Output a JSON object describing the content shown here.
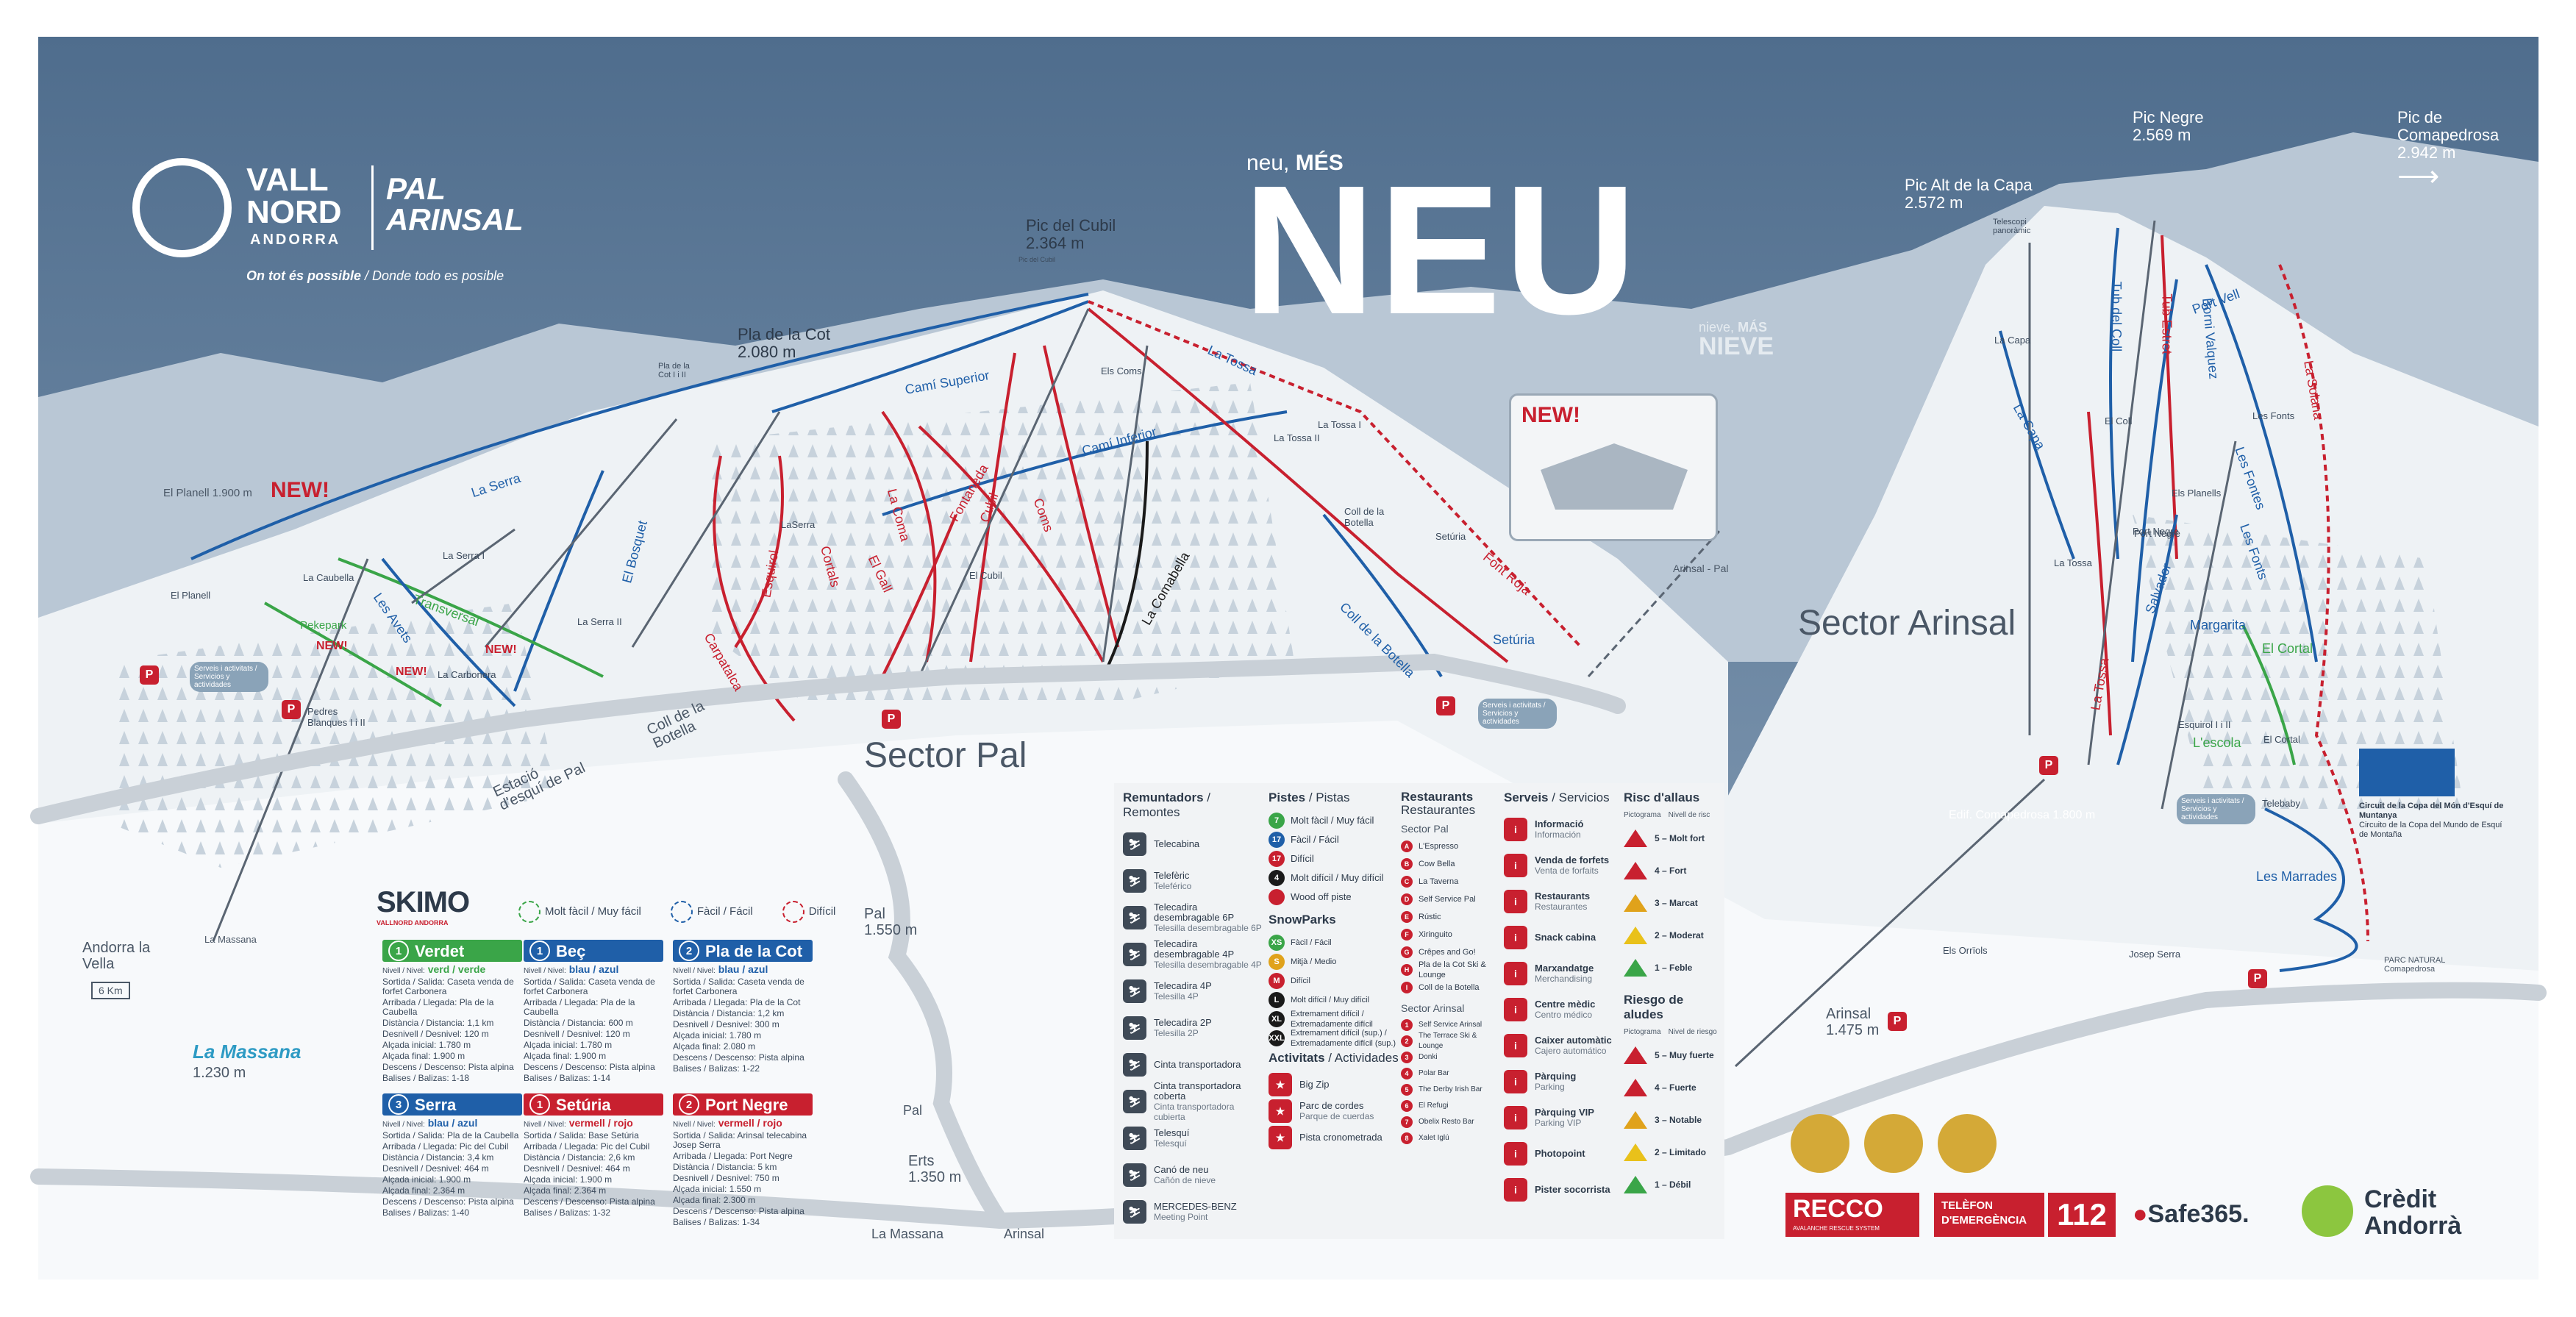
{
  "branding": {
    "vallnord_line1": "VALL",
    "vallnord_line2": "NORD",
    "vallnord_line3": "ANDORRA",
    "pal_line1": "PAL",
    "pal_line2": "ARINSAL",
    "tagline_bold": "On tot és possible",
    "tagline_rest": " / Donde todo es posible"
  },
  "headline": {
    "small_ca": "neu,",
    "small_ca_bold": "MÉS",
    "big": "NEU",
    "small_es": "nieve,",
    "small_es_bold": "MÁS",
    "small_es_big": "NIEVE"
  },
  "peaks": [
    {
      "name": "Pic del Cubil",
      "alt": "2.364 m"
    },
    {
      "name": "Pla de la Cot",
      "alt": "2.080 m"
    },
    {
      "name": "Pic Alt de la Capa",
      "alt": "2.572 m"
    },
    {
      "name": "Pic Negre",
      "alt": "2.569 m"
    },
    {
      "name": "Pic de Comapedrosa",
      "alt": "2.942 m"
    }
  ],
  "sectors": {
    "pal": "Sector Pal",
    "arinsal": "Sector Arinsal"
  },
  "places": {
    "el_planell": "El Planell 1.900 m",
    "la_massana": "La Massana",
    "la_massana_alt": "1.230 m",
    "andorra_la_vella": "Andorra la Vella",
    "andorra_km": "6 Km",
    "pal_village": "Pal",
    "pal_village_alt": "1.550 m",
    "erts": "Erts",
    "erts_alt": "1.350 m",
    "arinsal": "Arinsal",
    "arinsal_alt": "1.475 m",
    "la_massana_arrow": "La Massana",
    "arinsal_arrow": "Arinsal",
    "pal_arrow": "Pal",
    "coll_botella": "Coll de la Botella",
    "estacio_pal": "Estació d'esquí de Pal",
    "edif_comapedrosa": "Edif. Comapedrosa 1.800 m",
    "arinsal_pal": "Arinsal - Pal",
    "la_massana_lift": "La Massana"
  },
  "new_labels": [
    "NEW!",
    "NEW!",
    "NEW!",
    "NEW!",
    "NEW!"
  ],
  "pal_runs": [
    "La Serra",
    "Camí Superior",
    "Camí Inferior",
    "La Tossa",
    "Fontaneda",
    "La Coma",
    "Cubil",
    "Coms",
    "Font Roja",
    "Setúria",
    "Coll de la Botella",
    "Esquirol",
    "Carpatalca",
    "El Bosquet",
    "Transversal",
    "Les Avets",
    "Pekepark",
    "La Comabella",
    "Cortals",
    "El Gall"
  ],
  "pal_lifts": [
    "El Planell",
    "La Caubella",
    "La Serra I",
    "La Serra II",
    "La Carbonera",
    "Pedres Blanques I i II",
    "Pla de la Cot I i II",
    "LaSerra",
    "El Cubil",
    "Els Coms",
    "La Tossa II",
    "La Tossa I",
    "Coll de la Botella",
    "Setúria",
    "Pic del Cubil"
  ],
  "arinsal_runs": [
    "Tub del Coll",
    "Tub Estret",
    "Les Fonts",
    "La Capa",
    "La Tossa",
    "Port Vell",
    "Port Negre",
    "Salvador",
    "Margarita",
    "El Cortal",
    "Les Marrades",
    "La Solana",
    "Borni Valquez",
    "Les Fontes"
  ],
  "arinsal_lifts": [
    "La Capa",
    "El Coll",
    "Port Negre",
    "Els Planells",
    "Les Fonts",
    "La Tossa",
    "Esquirol I i II",
    "El Cortal",
    "L'escola",
    "Telebaby",
    "Els Orrïols",
    "Josep Serra",
    "Telescopi panoràmic"
  ],
  "services_label": "Serveis i activitats / Servicios y actividades",
  "new_building": {
    "label": "NEW!"
  },
  "trail_legend": {
    "very_easy": "Molt fàcil / Muy fácil",
    "easy": "Fàcil / Fácil",
    "hard": "Difícil"
  },
  "skimo": {
    "title": "SKIMO",
    "sub": "VALLNORD ANDORRA"
  },
  "skimo_routes": [
    {
      "num": "1",
      "name": "Verdet",
      "color": "#3aa548",
      "level_label": "Nivell / Nivel:",
      "level": "verd / verde",
      "start": "Sortida / Salida: Caseta venda de forfet Carbonera",
      "end": "Arribada / Llegada: Pla de la Caubella",
      "dist": "Distància / Distancia: 1,1 km",
      "gain": "Desnivell / Desnivel: 120 m",
      "alt_start": "Alçada inicial: 1.780 m",
      "alt_end": "Alçada final: 1.900 m",
      "descent": "Descens / Descenso: Pista alpina",
      "tags": "Balises / Balizas: 1-18"
    },
    {
      "num": "1",
      "name": "Beç",
      "color": "#1f5fa8",
      "level_label": "Nivell / Nivel:",
      "level": "blau / azul",
      "start": "Sortida / Salida: Caseta venda de forfet Carbonera",
      "end": "Arribada / Llegada: Pla de la Caubella",
      "dist": "Distància / Distancia: 600 m",
      "gain": "Desnivell / Desnivel: 120 m",
      "alt_start": "Alçada inicial: 1.780 m",
      "alt_end": "Alçada final: 1.900 m",
      "descent": "Descens / Descenso: Pista alpina",
      "tags": "Balises / Balizas: 1-14"
    },
    {
      "num": "2",
      "name": "Pla de la Cot",
      "color": "#1f5fa8",
      "level_label": "Nivell / Nivel:",
      "level": "blau / azul",
      "start": "Sortida / Salida: Caseta venda de forfet Carbonera",
      "end": "Arribada / Llegada: Pla de la Cot",
      "dist": "Distància / Distancia: 1,2 km",
      "gain": "Desnivell / Desnivel: 300 m",
      "alt_start": "Alçada inicial: 1.780 m",
      "alt_end": "Alçada final: 2.080 m",
      "descent": "Descens / Descenso: Pista alpina",
      "tags": "Balises / Balizas: 1-22"
    },
    {
      "num": "3",
      "name": "Serra",
      "color": "#1f5fa8",
      "level_label": "Nivell / Nivel:",
      "level": "blau / azul",
      "start": "Sortida / Salida: Pla de la Caubella",
      "end": "Arribada / Llegada: Pic del Cubil",
      "dist": "Distància / Distancia: 3,4 km",
      "gain": "Desnivell / Desnivel: 464 m",
      "alt_start": "Alçada inicial: 1.900 m",
      "alt_end": "Alçada final: 2.364 m",
      "descent": "Descens / Descenso: Pista alpina",
      "tags": "Balises / Balizas: 1-40"
    },
    {
      "num": "1",
      "name": "Setúria",
      "color": "#c8202f",
      "level_label": "Nivell / Nivel:",
      "level": "vermell / rojo",
      "start": "Sortida / Salida: Base Setúria",
      "end": "Arribada / Llegada: Pic del Cubil",
      "dist": "Distància / Distancia: 2,6 km",
      "gain": "Desnivell / Desnivel: 464 m",
      "alt_start": "Alçada inicial: 1.900 m",
      "alt_end": "Alçada final: 2.364 m",
      "descent": "Descens / Descenso: Pista alpina",
      "tags": "Balises / Balizas: 1-32"
    },
    {
      "num": "2",
      "name": "Port Negre",
      "color": "#c8202f",
      "level_label": "Nivell / Nivel:",
      "level": "vermell / rojo",
      "start": "Sortida / Salida: Arinsal telecabina Josep Serra",
      "end": "Arribada / Llegada: Port Negre",
      "dist": "Distància / Distancia: 5 km",
      "gain": "Desnivell / Desnivel: 750 m",
      "alt_start": "Alçada inicial: 1.550 m",
      "alt_end": "Alçada final: 2.300 m",
      "descent": "Descens / Descenso: Pista alpina",
      "tags": "Balises / Balizas: 1-34"
    }
  ],
  "legend": {
    "remuntadors": {
      "title": "Remuntadors",
      "title_es": " / Remontes",
      "items": [
        {
          "ca": "Telecabina",
          "es": ""
        },
        {
          "ca": "Telefèric",
          "es": "Teleférico"
        },
        {
          "ca": "Telecadira desembragable 6P",
          "es": "Telesilla desembragable 6P"
        },
        {
          "ca": "Telecadira desembragable 4P",
          "es": "Telesilla desembragable 4P"
        },
        {
          "ca": "Telecadira 4P",
          "es": "Telesilla 4P"
        },
        {
          "ca": "Telecadira 2P",
          "es": "Telesilla 2P"
        },
        {
          "ca": "Cinta transportadora",
          "es": ""
        },
        {
          "ca": "Cinta transportadora coberta",
          "es": "Cinta transportadora cubierta"
        },
        {
          "ca": "Telesquí",
          "es": "Telesquí"
        },
        {
          "ca": "Canó de neu",
          "es": "Cañón de nieve"
        },
        {
          "ca": "MERCEDES-BENZ",
          "es": "Meeting Point"
        }
      ]
    },
    "pistes": {
      "title": "Pistes",
      "title_es": " / Pistas",
      "items": [
        {
          "label": "Molt fàcil / Muy fácil",
          "n": "7",
          "color": "#3aa548"
        },
        {
          "label": "Fàcil / Fácil",
          "n": "17",
          "color": "#1f5fa8"
        },
        {
          "label": "Difícil",
          "n": "17",
          "color": "#c8202f"
        },
        {
          "label": "Molt difícil / Muy difícil",
          "n": "4",
          "color": "#1a1a1a"
        },
        {
          "label": "Wood off piste",
          "n": "",
          "color": "#c8202f"
        }
      ]
    },
    "snowparks": {
      "title": "SnowParks",
      "items": [
        {
          "label": "Fàcil / Fácil",
          "n": "XS",
          "color": "#3aa548"
        },
        {
          "label": "Mitjà / Medio",
          "n": "S",
          "color": "#e0a21b"
        },
        {
          "label": "Difícil",
          "n": "M",
          "color": "#c8202f"
        },
        {
          "label": "Molt difícil / Muy difícil",
          "n": "L",
          "color": "#1a1a1a"
        },
        {
          "label": "Extremament difícil / Extremadamente difícil",
          "n": "XL",
          "color": "#1a1a1a"
        },
        {
          "label": "Extremament difícil (sup.) / Extremadamente difícil (sup.)",
          "n": "XXL",
          "color": "#1a1a1a"
        }
      ]
    },
    "activitats": {
      "title": "Activitats",
      "title_es": " / Actividades",
      "items": [
        {
          "ca": "Big Zip",
          "es": ""
        },
        {
          "ca": "Parc de cordes",
          "es": "Parque de cuerdas"
        },
        {
          "ca": "Pista cronometrada",
          "es": ""
        }
      ]
    },
    "restaurants": {
      "title": "Restaurants",
      "title_es": "Restaurantes",
      "sector_pal": "Sector Pal",
      "pal_items": [
        "L'Espresso",
        "Cow Bella",
        "La Taverna",
        "Self Service Pal",
        "Rústic",
        "Xiringuito",
        "Crêpes and Go!",
        "Pla de la Cot Ski & Lounge",
        "Coll de la Botella"
      ],
      "sector_arinsal": "Sector Arinsal",
      "arinsal_items": [
        "Self Service Arinsal",
        "The Terrace Ski & Lounge",
        "Donki",
        "Polar Bar",
        "The Derby Irish Bar",
        "El Refugi",
        "Obelix Resto Bar",
        "Xalet Iglú"
      ]
    },
    "serveis": {
      "title": "Serveis",
      "title_es": " / Servicios",
      "items": [
        {
          "ca": "Informació",
          "es": "Información"
        },
        {
          "ca": "Venda de forfets",
          "es": "Venta de forfaits"
        },
        {
          "ca": "Restaurants",
          "es": "Restaurantes"
        },
        {
          "ca": "Snack cabina",
          "es": ""
        },
        {
          "ca": "Marxandatge",
          "es": "Merchandising"
        },
        {
          "ca": "Centre mèdic",
          "es": "Centro médico"
        },
        {
          "ca": "Caixer automàtic",
          "es": "Cajero automático"
        },
        {
          "ca": "Pàrquing",
          "es": "Parking"
        },
        {
          "ca": "Pàrquing VIP",
          "es": "Parking VIP"
        },
        {
          "ca": "Photopoint",
          "es": ""
        },
        {
          "ca": "Pister socorrista",
          "es": ""
        }
      ]
    },
    "allaus": {
      "title": "Risc d'allaus",
      "col1": "Pictograma",
      "col2": "Nivell de risc",
      "items": [
        "5 – Molt fort",
        "4 – Fort",
        "3 – Marcat",
        "2 – Moderat",
        "1 – Feble"
      ],
      "title_es": "Riesgo de aludes",
      "col2_es": "Nivel de riesgo",
      "items_es": [
        "5 – Muy fuerte",
        "4 – Fuerte",
        "3 – Notable",
        "2 – Limitado",
        "1 – Débil"
      ]
    }
  },
  "world_cup": {
    "line1": "Circuit de la Copa del Món d'Esquí de Muntanya",
    "line2": "Circuito de la Copa del Mundo de Esquí de Montaña"
  },
  "parc_natural": "PARC NATURAL Comapedrosa",
  "footer": {
    "recco": "RECCO",
    "recco_sub": "AVALANCHE RESCUE SYSTEM",
    "tel_line1": "TELÈFON",
    "tel_line2": "D'EMERGÈNCIA",
    "tel_num": "112",
    "safe": "Safe365.",
    "credit1": "Crèdit",
    "credit2": "Andorrà"
  },
  "colors": {
    "sky": "#5a7a99",
    "snow": "#f4f6f8",
    "green": "#3aa548",
    "blue": "#1f5fa8",
    "red": "#c8202f",
    "black": "#1a1a1a",
    "icon_red": "#c8202f",
    "dark": "#3f4a57"
  }
}
